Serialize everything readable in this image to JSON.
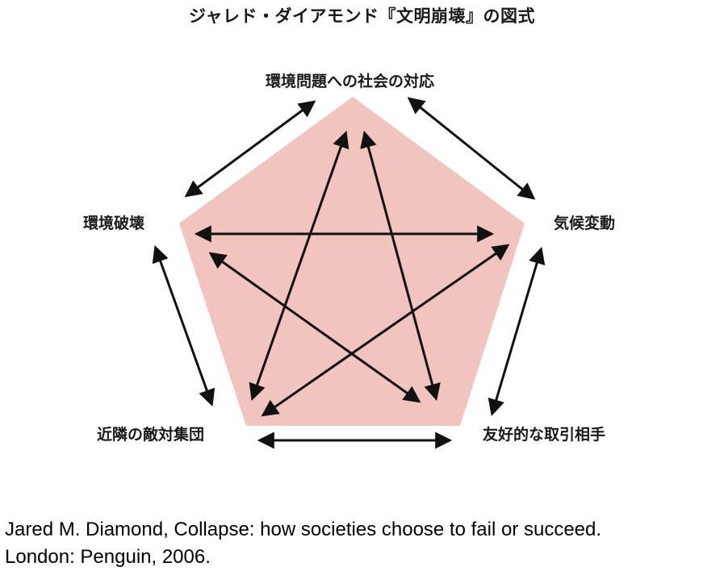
{
  "title": "ジャレド・ダイアモンド『文明崩壊』の図式",
  "nodes": {
    "top": "環境問題への社会の対応",
    "left": "環境破壊",
    "right": "気候変動",
    "bottom_left": "近隣の敵対集団",
    "bottom_right": "友好的な取引相手"
  },
  "citation": {
    "line1": "Jared M. Diamond, Collapse: how societies choose to fail or succeed.",
    "line2": "London: Penguin, 2006."
  },
  "colors": {
    "pentagon_fill": "#f2c4c0",
    "arrow": "#111111",
    "text": "#1a1a1a"
  }
}
